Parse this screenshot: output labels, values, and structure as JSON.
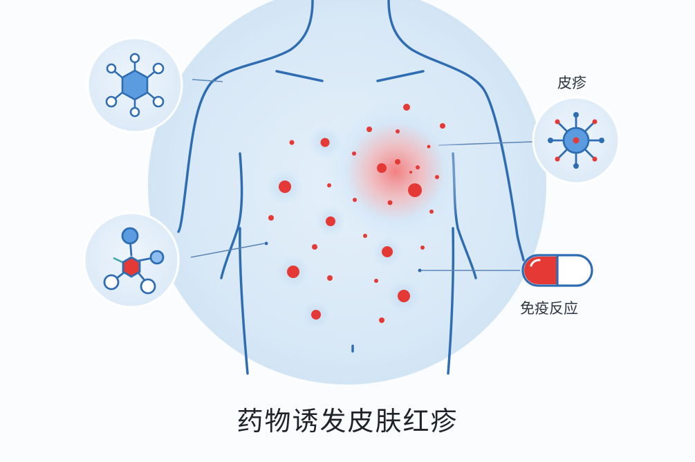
{
  "labels": {
    "rash": "皮疹",
    "immune_response": "免疫反应"
  },
  "title": "药物诱发皮肤红疹",
  "colors": {
    "outline_blue": "#2f6db3",
    "rash_red": "#e53935",
    "halo_blue": "#dcebf7",
    "icon_fill_blue": "#5b9be0"
  },
  "icons": [
    "molecule-hexagon-icon",
    "molecule-cluster-icon",
    "virus-icon",
    "capsule-icon"
  ]
}
